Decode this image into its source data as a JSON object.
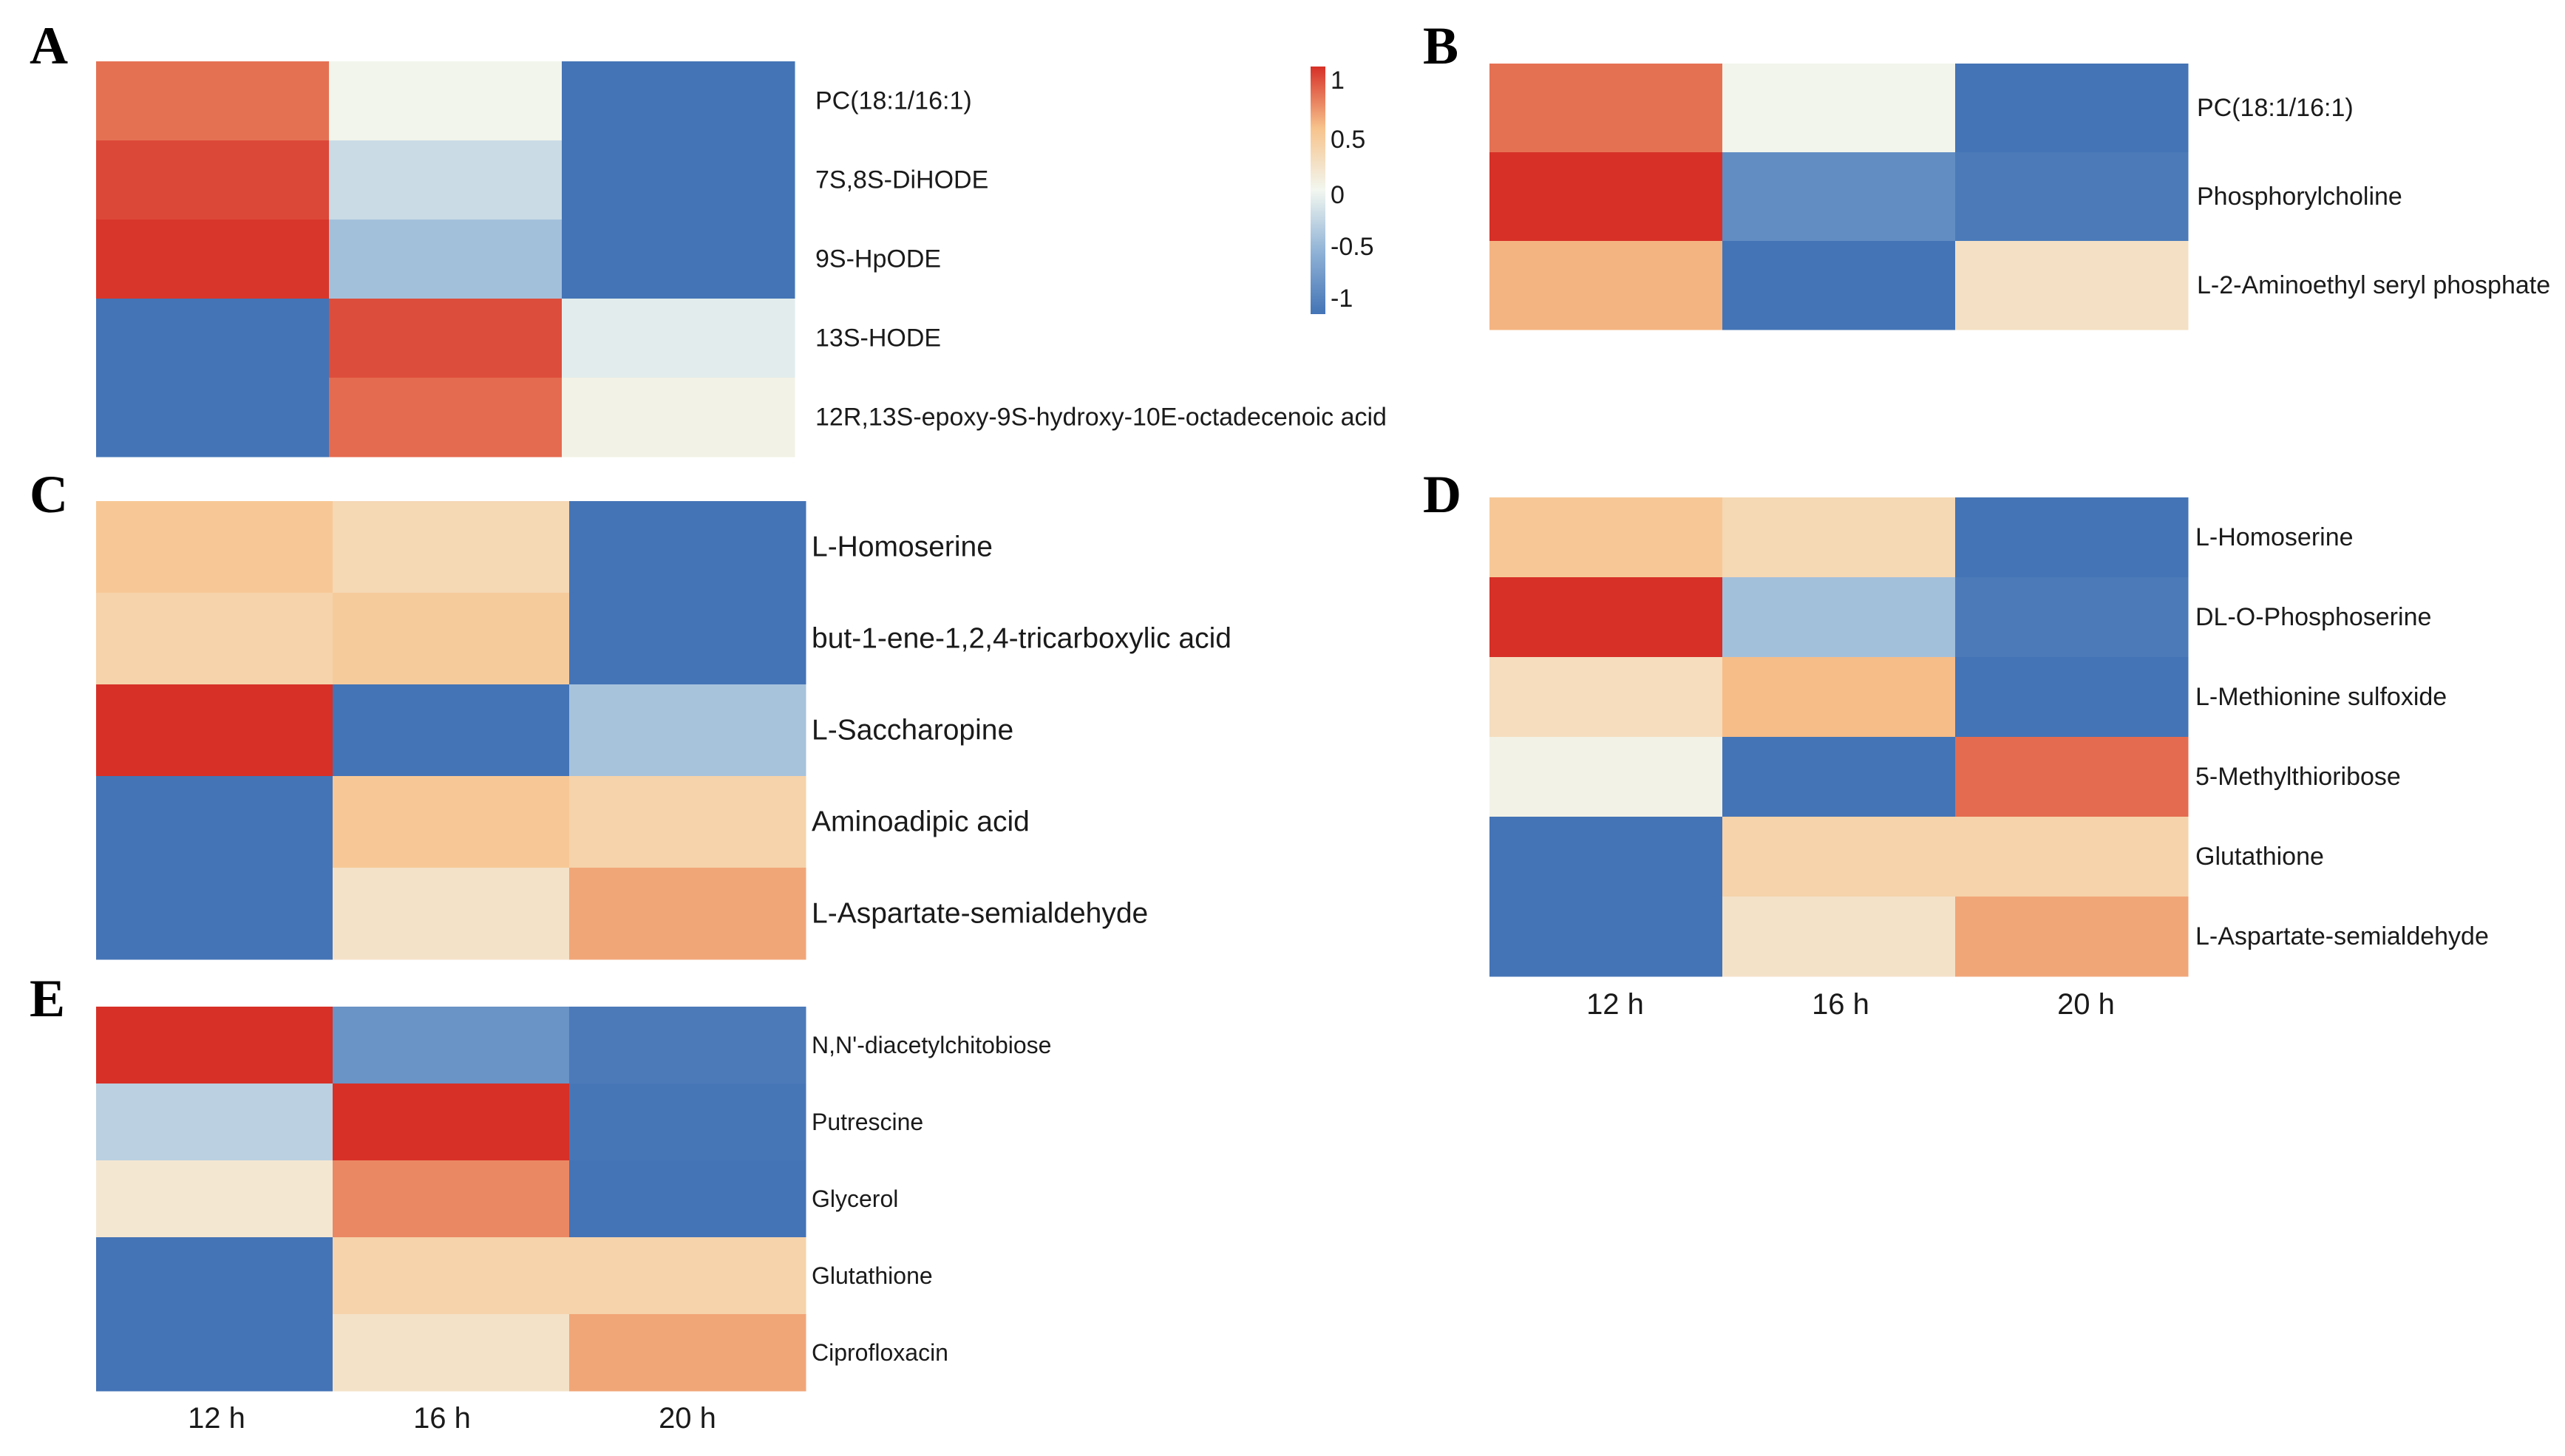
{
  "chart_data": [
    {
      "type": "heatmap",
      "panel": "A",
      "rows": [
        "PC(18:1/16:1)",
        "7S,8S-DiHODE",
        "9S-HpODE",
        "13S-HODE",
        "12R,13S-epoxy-9S-hydroxy-10E-octadecenoic acid"
      ],
      "columns": [],
      "values": [
        [
          0.78,
          0.02,
          -1.0
        ],
        [
          0.92,
          -0.2,
          -1.0
        ],
        [
          0.98,
          -0.4,
          -1.0
        ],
        [
          -1.0,
          0.9,
          -0.08
        ],
        [
          -1.0,
          0.8,
          0.05
        ]
      ]
    },
    {
      "type": "heatmap",
      "panel": "B",
      "rows": [
        "PC(18:1/16:1)",
        "Phosphorylcholine",
        "L-2-Aminoethyl seryl phosphate"
      ],
      "columns": [],
      "values": [
        [
          0.78,
          0.02,
          -1.0
        ],
        [
          1.0,
          -0.8,
          -0.95
        ],
        [
          0.55,
          -1.0,
          0.22
        ]
      ]
    },
    {
      "type": "heatmap",
      "panel": "C",
      "rows": [
        "L-Homoserine",
        "but-1-ene-1,2,4-tricarboxylic acid",
        "L-Saccharopine",
        "Aminoadipic acid",
        "L-Aspartate-semialdehyde"
      ],
      "columns": [],
      "values": [
        [
          0.45,
          0.3,
          -1.0
        ],
        [
          0.35,
          0.42,
          -1.0
        ],
        [
          1.0,
          -1.0,
          -0.38
        ],
        [
          -1.0,
          0.45,
          0.35
        ],
        [
          -1.0,
          0.2,
          0.6
        ]
      ]
    },
    {
      "type": "heatmap",
      "panel": "D",
      "rows": [
        "L-Homoserine",
        "DL-O-Phosphoserine",
        "L-Methionine sulfoxide",
        "5-Methylthioribose",
        "Glutathione",
        "L-Aspartate-semialdehyde"
      ],
      "columns": [
        "12 h",
        "16 h",
        "20 h"
      ],
      "values": [
        [
          0.45,
          0.3,
          -1.0
        ],
        [
          1.0,
          -0.4,
          -0.95
        ],
        [
          0.25,
          0.52,
          -1.0
        ],
        [
          0.05,
          -1.0,
          0.8
        ],
        [
          -1.0,
          0.35,
          0.35
        ],
        [
          -1.0,
          0.2,
          0.6
        ]
      ]
    },
    {
      "type": "heatmap",
      "panel": "E",
      "rows": [
        "N,N'-diacetylchitobiose",
        "Putrescine",
        "Glycerol",
        "Glutathione",
        "Ciprofloxacin"
      ],
      "columns": [
        "12 h",
        "16 h",
        "20 h"
      ],
      "values": [
        [
          1.0,
          -0.75,
          -0.95
        ],
        [
          -0.28,
          1.0,
          -0.98
        ],
        [
          0.15,
          0.7,
          -1.0
        ],
        [
          -1.0,
          0.35,
          0.35
        ],
        [
          -1.0,
          0.2,
          0.6
        ]
      ]
    }
  ],
  "color_scale": {
    "ticks": [
      "1",
      "0.5",
      "0",
      "-0.5",
      "-1"
    ],
    "range": [
      -1,
      1
    ],
    "stops": [
      {
        "v": -1.0,
        "color": "#4474b6"
      },
      {
        "v": -0.5,
        "color": "#8fb2d6"
      },
      {
        "v": 0.0,
        "color": "#f2f7f0"
      },
      {
        "v": 0.5,
        "color": "#f7c38c"
      },
      {
        "v": 1.0,
        "color": "#d73027"
      }
    ]
  }
}
